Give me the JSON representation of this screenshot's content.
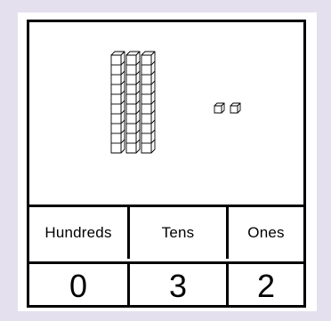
{
  "columns": [
    {
      "name": "hundreds",
      "label": "Hundreds",
      "value": "0"
    },
    {
      "name": "tens",
      "label": "Tens",
      "value": "3"
    },
    {
      "name": "ones",
      "label": "Ones",
      "value": "2"
    }
  ],
  "blocks": {
    "tens_rods": 3,
    "ones_cubes": 2,
    "cubes_per_rod": 10
  },
  "colors": {
    "background": "#e4e0ee",
    "stroke": "#000000",
    "block_fill": "#ffffff"
  }
}
